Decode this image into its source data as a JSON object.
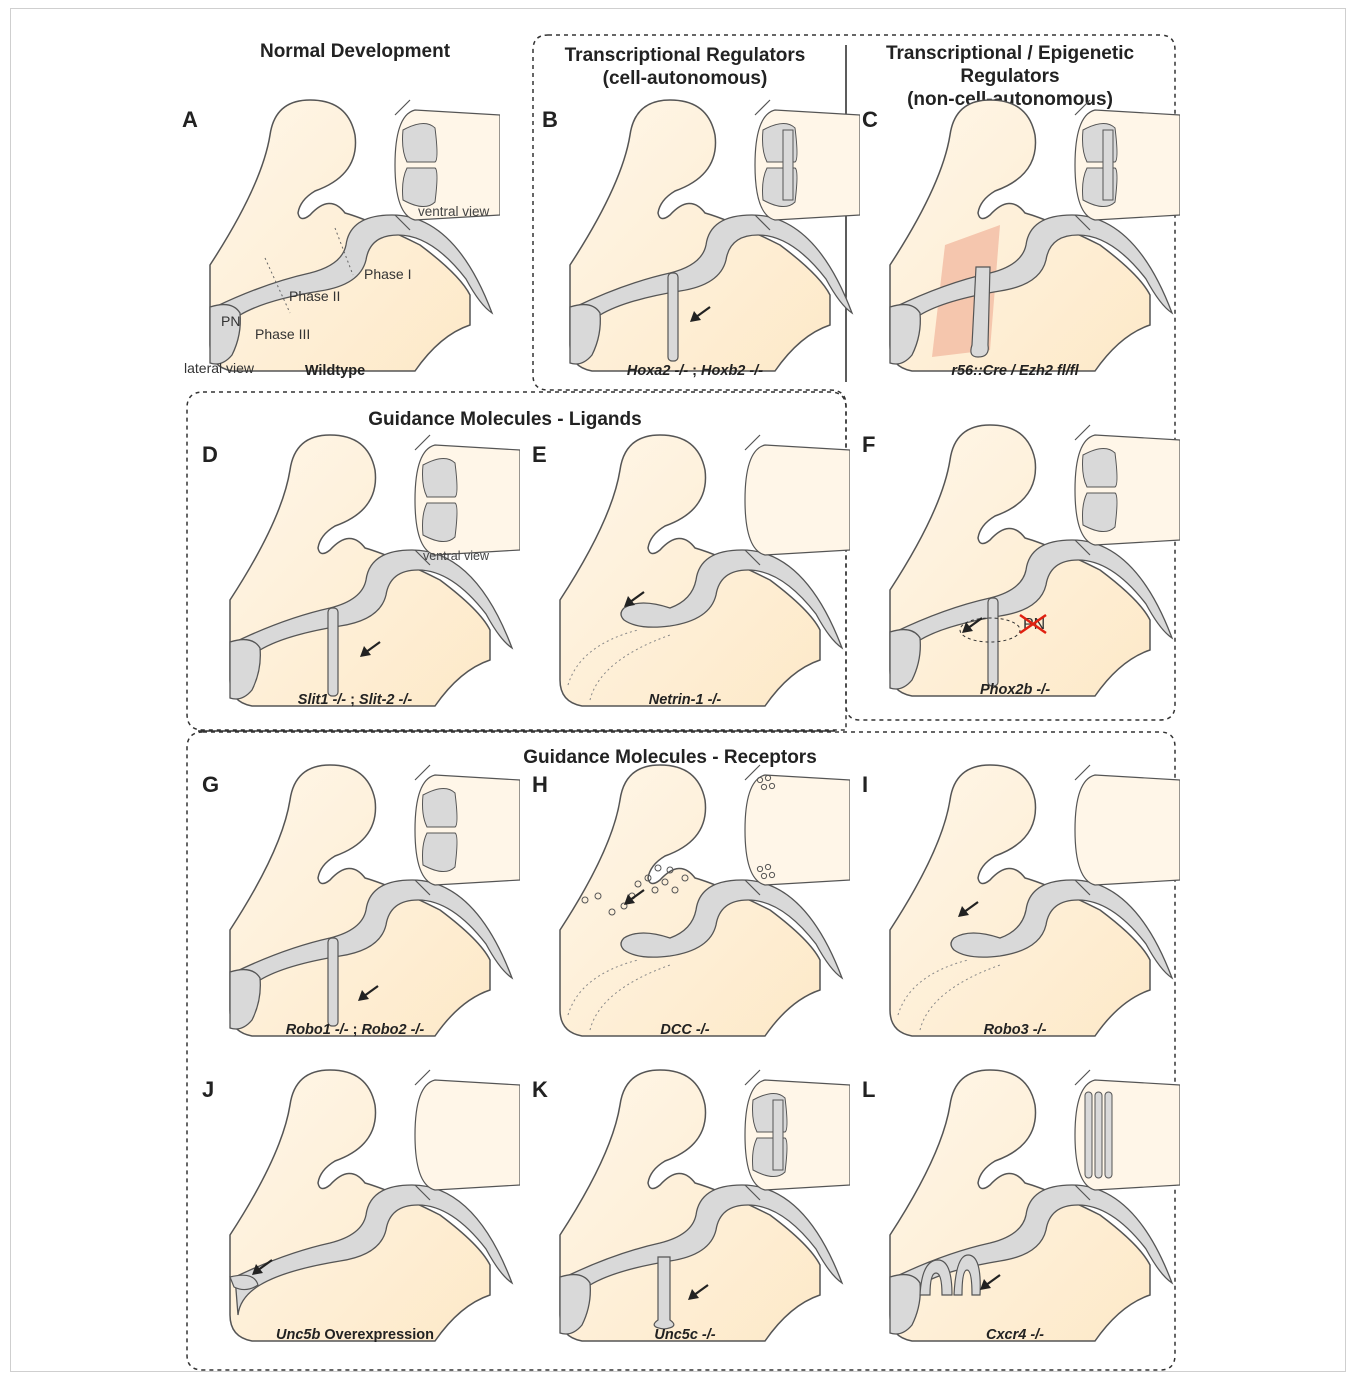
{
  "sections": {
    "normal": "Normal Development",
    "transcriptional": "Transcriptional Regulators\n(cell-autonomous)",
    "epigenetic": "Transcriptional / Epigenetic\nRegulators\n(non-cell-autonomous)",
    "ligands": "Guidance Molecules - Ligands",
    "receptors": "Guidance Molecules - Receptors"
  },
  "panels": [
    {
      "letter": "A",
      "caption_parts": [
        {
          "t": "Wildtype",
          "s": "norm"
        }
      ]
    },
    {
      "letter": "B",
      "caption_parts": [
        {
          "t": "Hoxa2 -/-",
          "s": "ital"
        },
        {
          "t": " ; ",
          "s": "norm"
        },
        {
          "t": "Hoxb2 -/-",
          "s": "ital"
        }
      ]
    },
    {
      "letter": "C",
      "caption_parts": [
        {
          "t": "r56::Cre / Ezh2 fl/fl",
          "s": "ital"
        }
      ]
    },
    {
      "letter": "D",
      "caption_parts": [
        {
          "t": "Slit1 -/-",
          "s": "ital"
        },
        {
          "t": " ; ",
          "s": "norm"
        },
        {
          "t": "Slit-2 -/-",
          "s": "ital"
        }
      ]
    },
    {
      "letter": "E",
      "caption_parts": [
        {
          "t": "Netrin-1 -/-",
          "s": "ital"
        }
      ]
    },
    {
      "letter": "F",
      "caption_parts": [
        {
          "t": "Phox2b -/-",
          "s": "ital"
        }
      ]
    },
    {
      "letter": "G",
      "caption_parts": [
        {
          "t": "Robo1 -/-",
          "s": "ital"
        },
        {
          "t": " ; ",
          "s": "norm"
        },
        {
          "t": "Robo2 -/-",
          "s": "ital"
        }
      ]
    },
    {
      "letter": "H",
      "caption_parts": [
        {
          "t": "DCC -/-",
          "s": "ital"
        }
      ]
    },
    {
      "letter": "I",
      "caption_parts": [
        {
          "t": "Robo3 -/-",
          "s": "ital"
        }
      ]
    },
    {
      "letter": "J",
      "caption_parts": [
        {
          "t": "Unc5b",
          "s": "ital"
        },
        {
          "t": " Overexpression",
          "s": "norm"
        }
      ]
    },
    {
      "letter": "K",
      "caption_parts": [
        {
          "t": "Unc5c -/-",
          "s": "ital"
        }
      ]
    },
    {
      "letter": "L",
      "caption_parts": [
        {
          "t": "Cxcr4 -/-",
          "s": "ital"
        }
      ]
    }
  ],
  "annotations": {
    "ventral_view": "ventral view",
    "lateral_view": "lateral view",
    "phase1": "Phase I",
    "phase2": "Phase II",
    "phase3": "Phase III",
    "pn": "PN",
    "pn_crossed": "PN"
  },
  "colors": {
    "tissue_light": "#fff6e8",
    "tissue_dark": "#fde9c8",
    "stream": "#d9d9d9",
    "outline": "#555555",
    "ezh2_domain": "#f2bca3",
    "cross_mark": "#e02010"
  }
}
